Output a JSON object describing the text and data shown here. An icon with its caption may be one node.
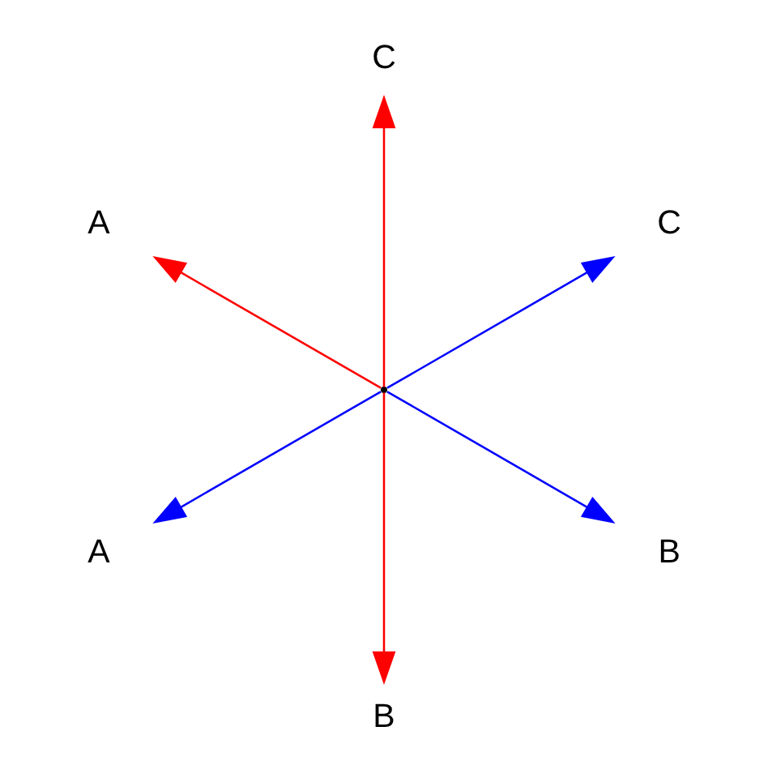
{
  "diagram": {
    "nodes": [
      {
        "text": [
          "C"
        ]
      },
      {
        "text": [
          "C"
        ]
      },
      {
        "text": [],
        "shape": "point"
      },
      {
        "text": [
          "A"
        ]
      },
      {
        "text": [
          "A"
        ]
      },
      {
        "text": [
          "B"
        ]
      },
      {
        "text": [
          "B"
        ]
      }
    ],
    "edges": [
      {
        "from": 2,
        "to": 0,
        "arrow": "to",
        "color": "#0000ff"
      },
      {
        "from": 2,
        "to": 1,
        "arrow": "to",
        "color": "#ff0000"
      },
      {
        "from": 2,
        "to": 3,
        "arrow": "to",
        "color": "#ff0000"
      },
      {
        "from": 2,
        "to": 4,
        "arrow": "to",
        "color": "#0000ff"
      },
      {
        "from": 2,
        "to": 5,
        "arrow": "to",
        "color": "#ff0000"
      },
      {
        "from": 2,
        "to": 6,
        "arrow": "to",
        "color": "#0000ff"
      }
    ]
  }
}
